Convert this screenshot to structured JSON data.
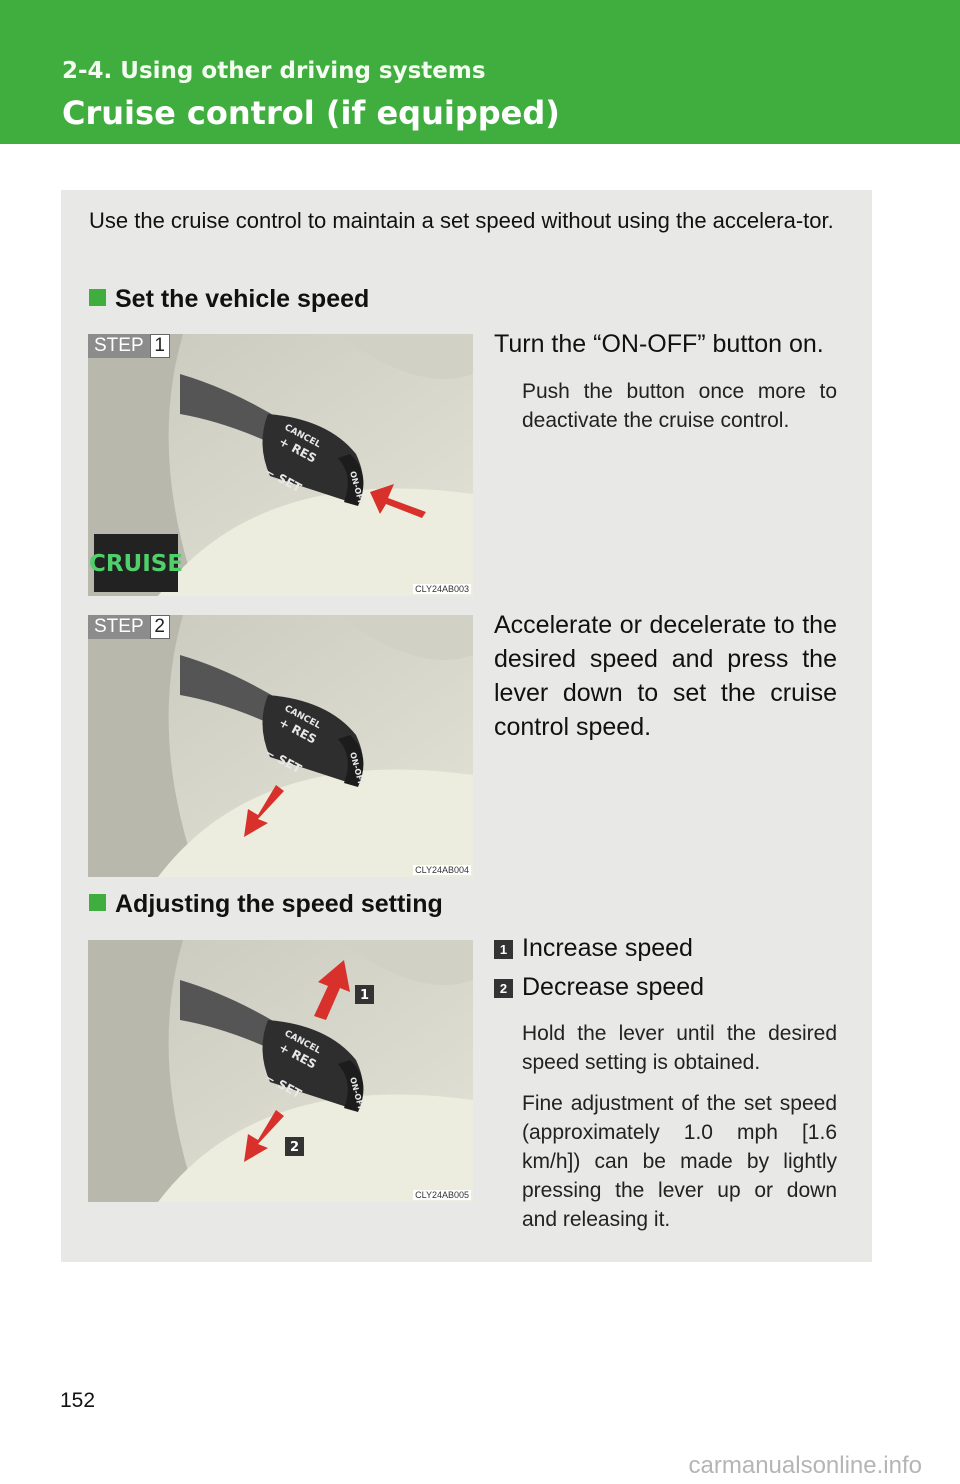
{
  "header": {
    "section_label": "2-4. Using other driving systems",
    "title": "Cruise control (if equipped)",
    "color": "#3fae3f"
  },
  "intro": "Use the cruise control to maintain a set speed without using the accelera-tor.",
  "sections": [
    {
      "heading": "Set the vehicle speed",
      "steps": [
        {
          "step_label": "STEP",
          "number": "1",
          "image_code": "CLY24AB003",
          "indicator_text": "CRUISE",
          "lever_labels": [
            "CANCEL",
            "+ RES",
            "− SET",
            "ON-OFF"
          ],
          "text": "Turn the “ON-OFF” button on.",
          "note": "Push the button once more to deactivate the cruise control."
        },
        {
          "step_label": "STEP",
          "number": "2",
          "image_code": "CLY24AB004",
          "lever_labels": [
            "CANCEL",
            "+ RES",
            "− SET",
            "ON-OFF"
          ],
          "text": "Accelerate or decelerate to the desired speed and press the lever down to set the cruise control speed."
        }
      ]
    },
    {
      "heading": "Adjusting the speed setting",
      "image_code": "CLY24AB005",
      "lever_labels": [
        "CANCEL",
        "+ RES",
        "− SET",
        "ON-OFF"
      ],
      "items": [
        {
          "number": "1",
          "text": "Increase speed"
        },
        {
          "number": "2",
          "text": "Decrease speed"
        }
      ],
      "notes": [
        "Hold the lever until the desired speed setting is obtained.",
        "Fine adjustment of the set speed (approximately 1.0 mph [1.6 km/h]) can be made by lightly pressing the lever up or down and releasing it."
      ]
    }
  ],
  "page_number": "152",
  "watermark": "carmanualsonline.info"
}
